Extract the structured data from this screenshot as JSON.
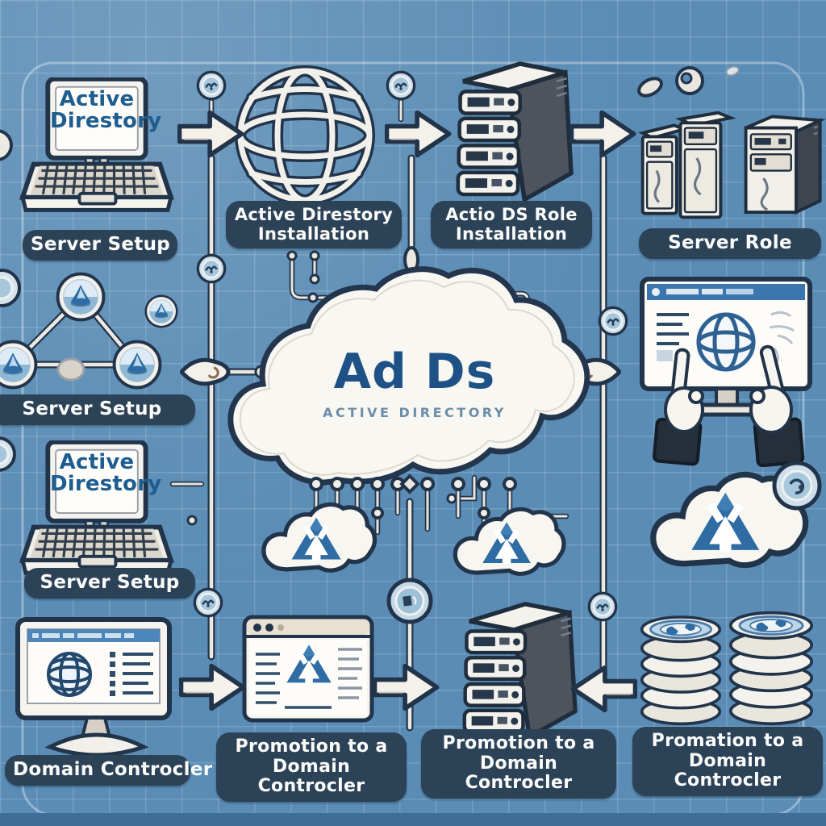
{
  "title": "Active Directory Domain Services setup illustration",
  "cloud": {
    "title": "Ad Ds",
    "subtitle": "ACTIVE DIRECTORY"
  },
  "screens": {
    "laptop1_line1": "Active",
    "laptop1_line2": "Direstory",
    "laptop2_line1": "Active",
    "laptop2_line2": "Direstory"
  },
  "labels": {
    "laptop1": "Server Setup",
    "globe": "Active Direstory Installation",
    "server_rack": "Actio DS Role Installation",
    "server_towers": "Server Role",
    "network": "Server Setup",
    "laptop2": "Server Setup",
    "domain_controller": "Domain Controcler",
    "promotion_browser": "Promotion to a Domain Controcler",
    "promotion_server": "Promotion to a Domain Controcler",
    "promotion_disks": "Promation to a Domain Controcler"
  },
  "icons": {
    "laptop": "laptop-icon",
    "globe": "globe-wireframe-icon",
    "server_tower": "server-tower-icon",
    "server_group": "server-group-icon",
    "network_nodes": "network-triangle-icon",
    "ad_cloud": "ad-logo-cloud-icon",
    "monitor_hands": "monitor-pointing-hands-icon",
    "desktop_monitor": "desktop-globe-monitor-icon",
    "browser_window": "browser-ad-logo-icon",
    "disk_stacks": "disk-stacks-icon",
    "arrow": "flow-arrow-icon",
    "badge": "circuit-badge-icon"
  },
  "colors": {
    "background": "#5a8cb5",
    "ink_outline": "#22344a",
    "pill_background": "#2c4257",
    "pill_text": "#fbfbfa",
    "accent_blue": "#2e6ca3",
    "screen_text": "#1d5d8f",
    "cloud_title": "#1e5286",
    "paper_white": "#f5f3ed"
  }
}
